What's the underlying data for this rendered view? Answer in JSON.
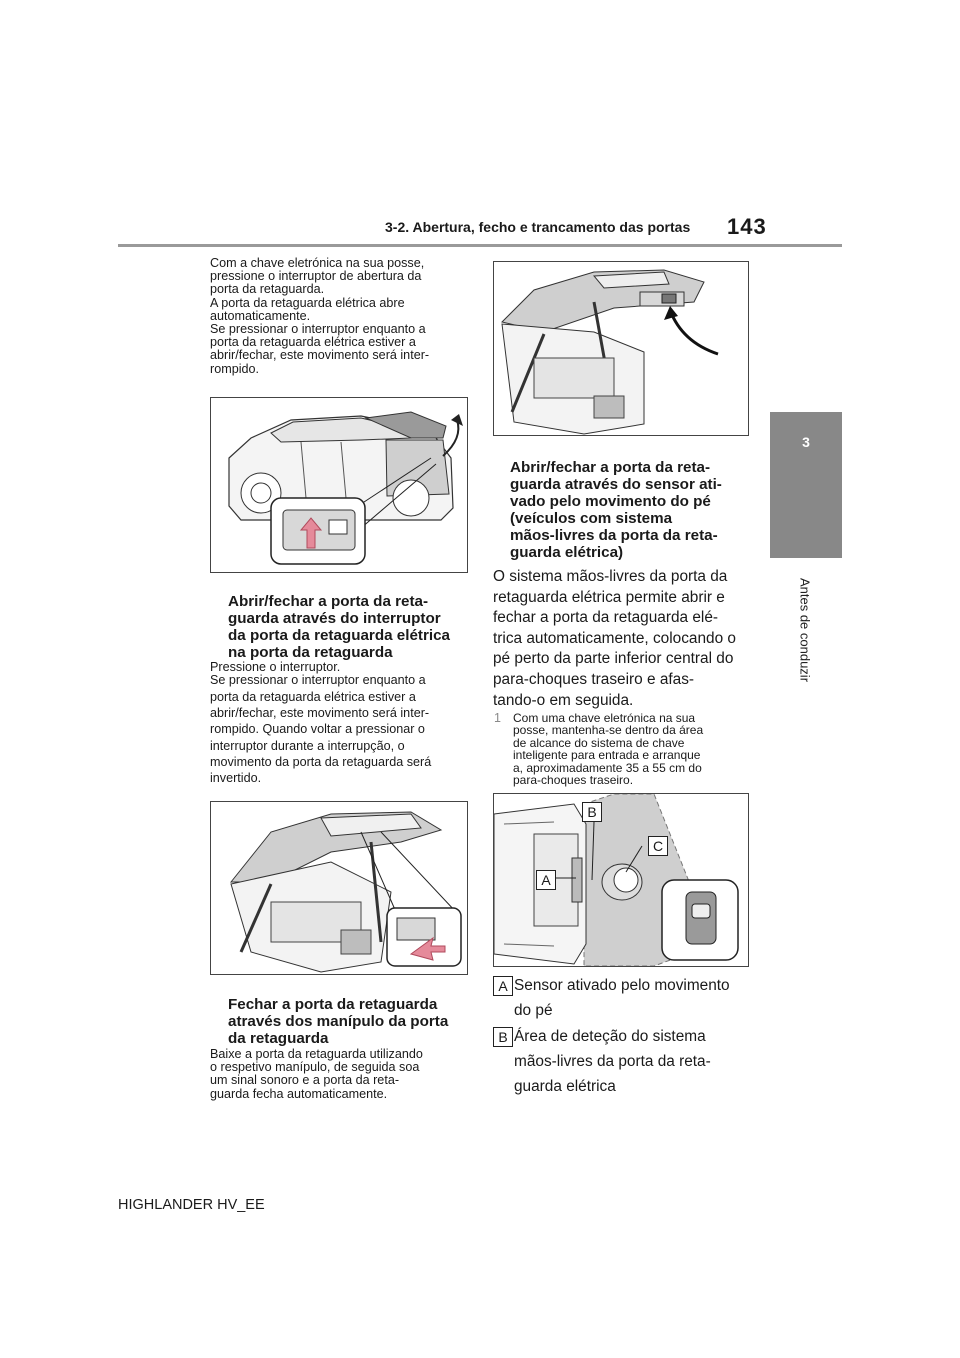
{
  "header": {
    "section_title": "3-2. Abertura, fecho e trancamento das portas",
    "page_number": "143"
  },
  "side_tab": {
    "chapter_number": "3",
    "chapter_title": "Antes de conduzir"
  },
  "left_column": {
    "intro_lines": [
      "Com a chave eletrónica na sua posse,",
      "pressione o interruptor de abertura da",
      "porta da retaguarda.",
      "A porta da retaguarda elétrica abre",
      "automaticamente.",
      "Se pressionar o interruptor enquanto a",
      "porta da retaguarda elétrica estiver a",
      "abrir/fechar, este movimento será inter-",
      "rompido."
    ],
    "heading_1_lines": [
      "Abrir/fechar a porta da reta-",
      "guarda através do interruptor",
      "da porta da retaguarda elétrica",
      "na porta da retaguarda"
    ],
    "para_1_lines": [
      "Pressione o interruptor.",
      "Se pressionar o interruptor enquanto a",
      "porta da retaguarda elétrica estiver a",
      "abrir/fechar, este movimento será inter-",
      "rompido. Quando voltar a pressionar o",
      "interruptor durante a interrupção, o",
      "movimento da porta da retaguarda será",
      "invertido."
    ],
    "heading_2_lines": [
      "Fechar a porta da retaguarda",
      "através dos manípulo da porta",
      "da retaguarda"
    ],
    "para_2_lines": [
      "Baixe a porta da retaguarda utilizando",
      "o respetivo manípulo, de seguida soa",
      "um sinal sonoro e a porta da reta-",
      "guarda fecha automaticamente."
    ]
  },
  "right_column": {
    "heading_3_lines": [
      "Abrir/fechar a porta da reta-",
      "guarda através do sensor ati-",
      "vado pelo movimento do pé",
      "(veículos com sistema",
      "mãos-livres da porta da reta-",
      "guarda elétrica)"
    ],
    "para_3_lines": [
      "O sistema mãos-livres da porta da",
      "retaguarda elétrica permite abrir e",
      "fechar a porta da retaguarda elé-",
      "trica automaticamente, colocando o",
      "pé perto da parte inferior central do",
      "para-choques traseiro e afas-",
      "tando-o em seguida."
    ],
    "step_1": {
      "number": "1",
      "lines": [
        "Com uma chave eletrónica na sua",
        "posse, mantenha-se dentro da área",
        "de alcance do sistema de chave",
        "inteligente para entrada e arranque",
        "a, aproximadamente 35 a 55 cm do",
        "para-choques traseiro."
      ]
    },
    "figure_labels": {
      "a": "A",
      "b": "B",
      "c": "C"
    },
    "legend": [
      {
        "label": "A",
        "lines": [
          "Sensor ativado pelo movimento",
          "do pé"
        ]
      },
      {
        "label": "B",
        "lines": [
          "Área de deteção do sistema",
          "mãos-livres da porta da reta-",
          "guarda elétrica"
        ]
      }
    ]
  },
  "footer": {
    "model": "HIGHLANDER HV_EE"
  }
}
